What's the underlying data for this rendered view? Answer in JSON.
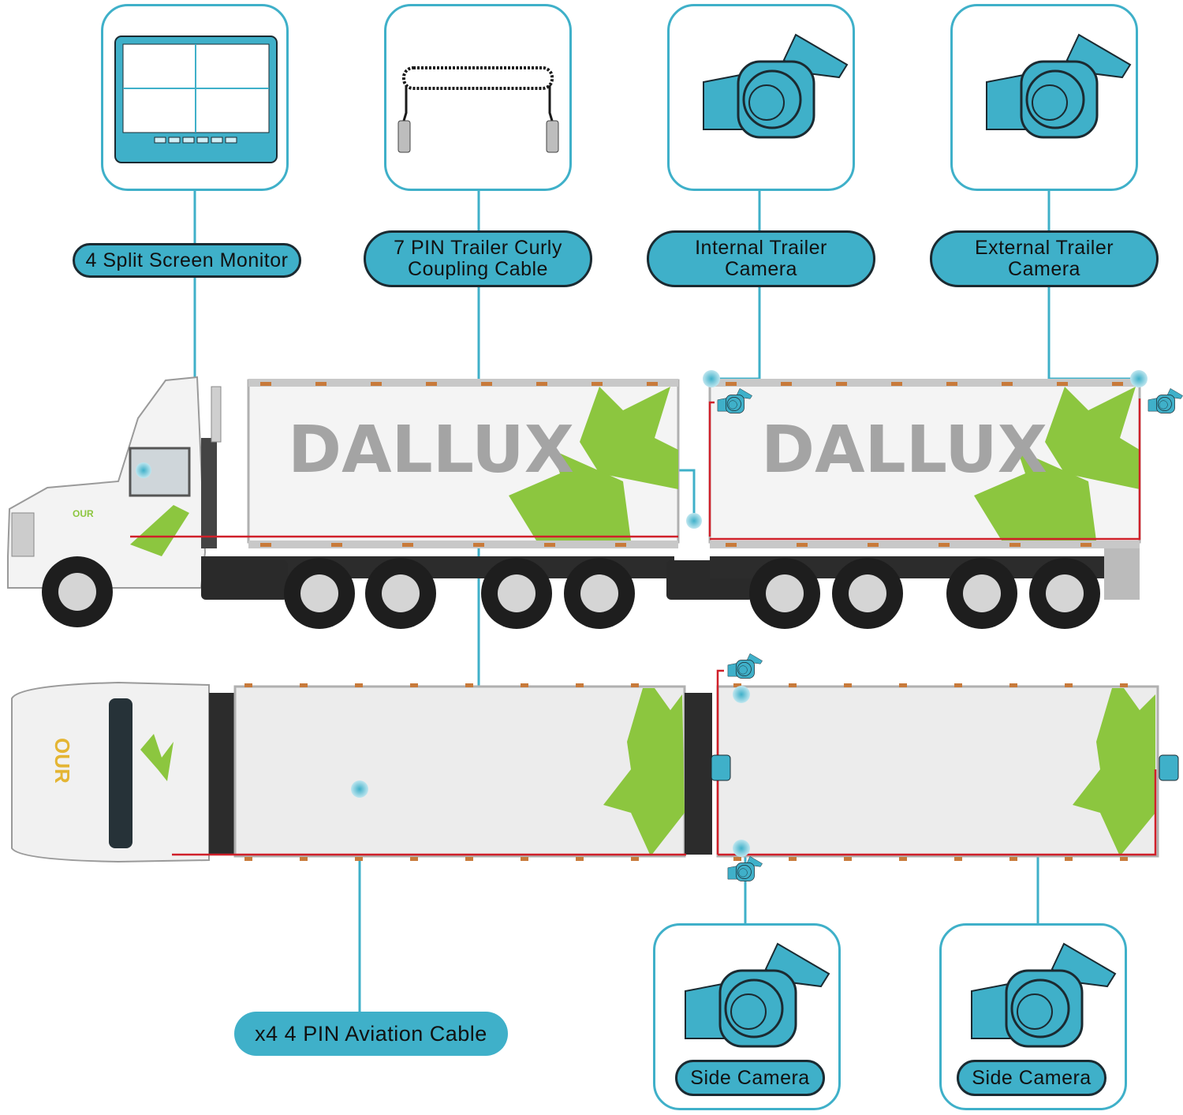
{
  "colors": {
    "accent": "#3fb0c9",
    "outline": "#1b2a31",
    "green": "#8cc63f",
    "wire": "#d0202a"
  },
  "brand": {
    "trailer_text": "DALLUX",
    "cab_logo": "OUR"
  },
  "labels": {
    "monitor": "4 Split Screen Monitor",
    "coupling": "7 PIN Trailer Curly\nCoupling Cable",
    "internal_cam": "Internal Trailer\nCamera",
    "external_cam": "External Trailer\nCamera",
    "aviation": "x4 4 PIN Aviation Cable",
    "side_cam_1": "Side Camera",
    "side_cam_2": "Side Camera"
  },
  "icons": [
    "monitor-icon",
    "curly-cable-icon",
    "camera-icon"
  ]
}
